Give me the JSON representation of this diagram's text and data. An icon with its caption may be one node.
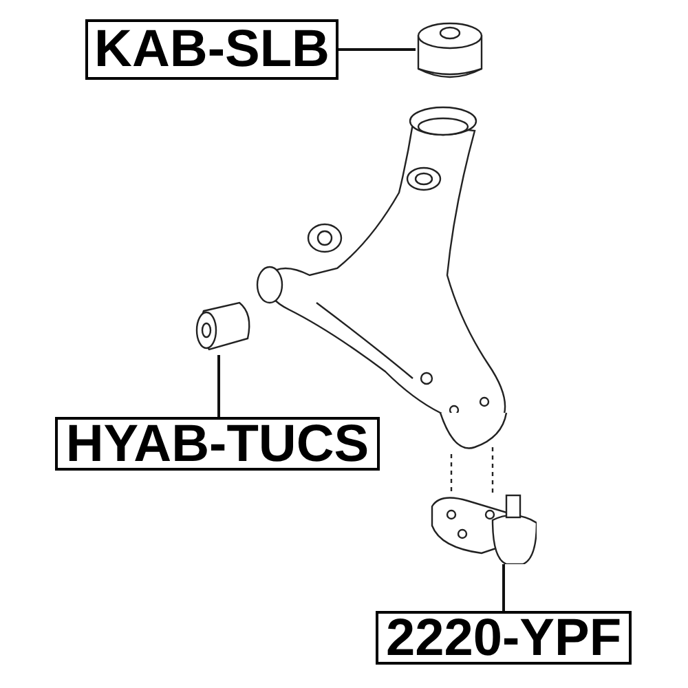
{
  "diagram": {
    "nodes": [
      {
        "text": [
          "KAB-SLB"
        ]
      },
      {
        "text": [],
        "shape": "picture"
      },
      {
        "text": [
          "HYAB-TUCS"
        ]
      },
      {
        "text": [],
        "shape": "picture"
      },
      {
        "text": [
          "2220-YPF"
        ]
      },
      {
        "text": [],
        "shape": "picture"
      }
    ],
    "edges": [
      {
        "from": 0,
        "to": 1,
        "arrow": "none"
      },
      {
        "from": 2,
        "to": 3,
        "arrow": "none"
      },
      {
        "from": 4,
        "to": 5,
        "arrow": "none"
      }
    ]
  }
}
